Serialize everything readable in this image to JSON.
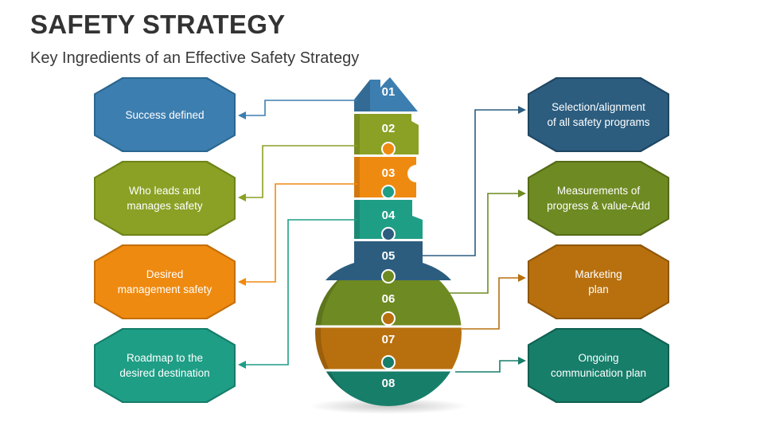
{
  "header": {
    "title": "SAFETY STRATEGY",
    "subtitle": "Key Ingredients of an Effective Safety Strategy"
  },
  "colors": {
    "blue": "#3d7eb0",
    "olive": "#8aa125",
    "orange": "#ef8a10",
    "teal": "#1f9e86",
    "navy": "#2c5d7f",
    "green": "#6e8a22",
    "brown": "#b8700e",
    "darkteal": "#177e6a"
  },
  "key_segments": [
    "01",
    "02",
    "03",
    "04",
    "05",
    "06",
    "07",
    "08"
  ],
  "left_cards": [
    {
      "text": "Success defined",
      "color": "blue"
    },
    {
      "text": "Who leads and\nmanages safety",
      "color": "olive"
    },
    {
      "text": "Desired\nmanagement safety",
      "color": "orange"
    },
    {
      "text": "Roadmap to the\ndesired destination",
      "color": "teal"
    }
  ],
  "right_cards": [
    {
      "text": "Selection/alignment\nof all safety programs",
      "color": "navy"
    },
    {
      "text": "Measurements of\nprogress & value-Add",
      "color": "green"
    },
    {
      "text": "Marketing\nplan",
      "color": "brown"
    },
    {
      "text": "Ongoing\ncommunication plan",
      "color": "darkteal"
    }
  ]
}
